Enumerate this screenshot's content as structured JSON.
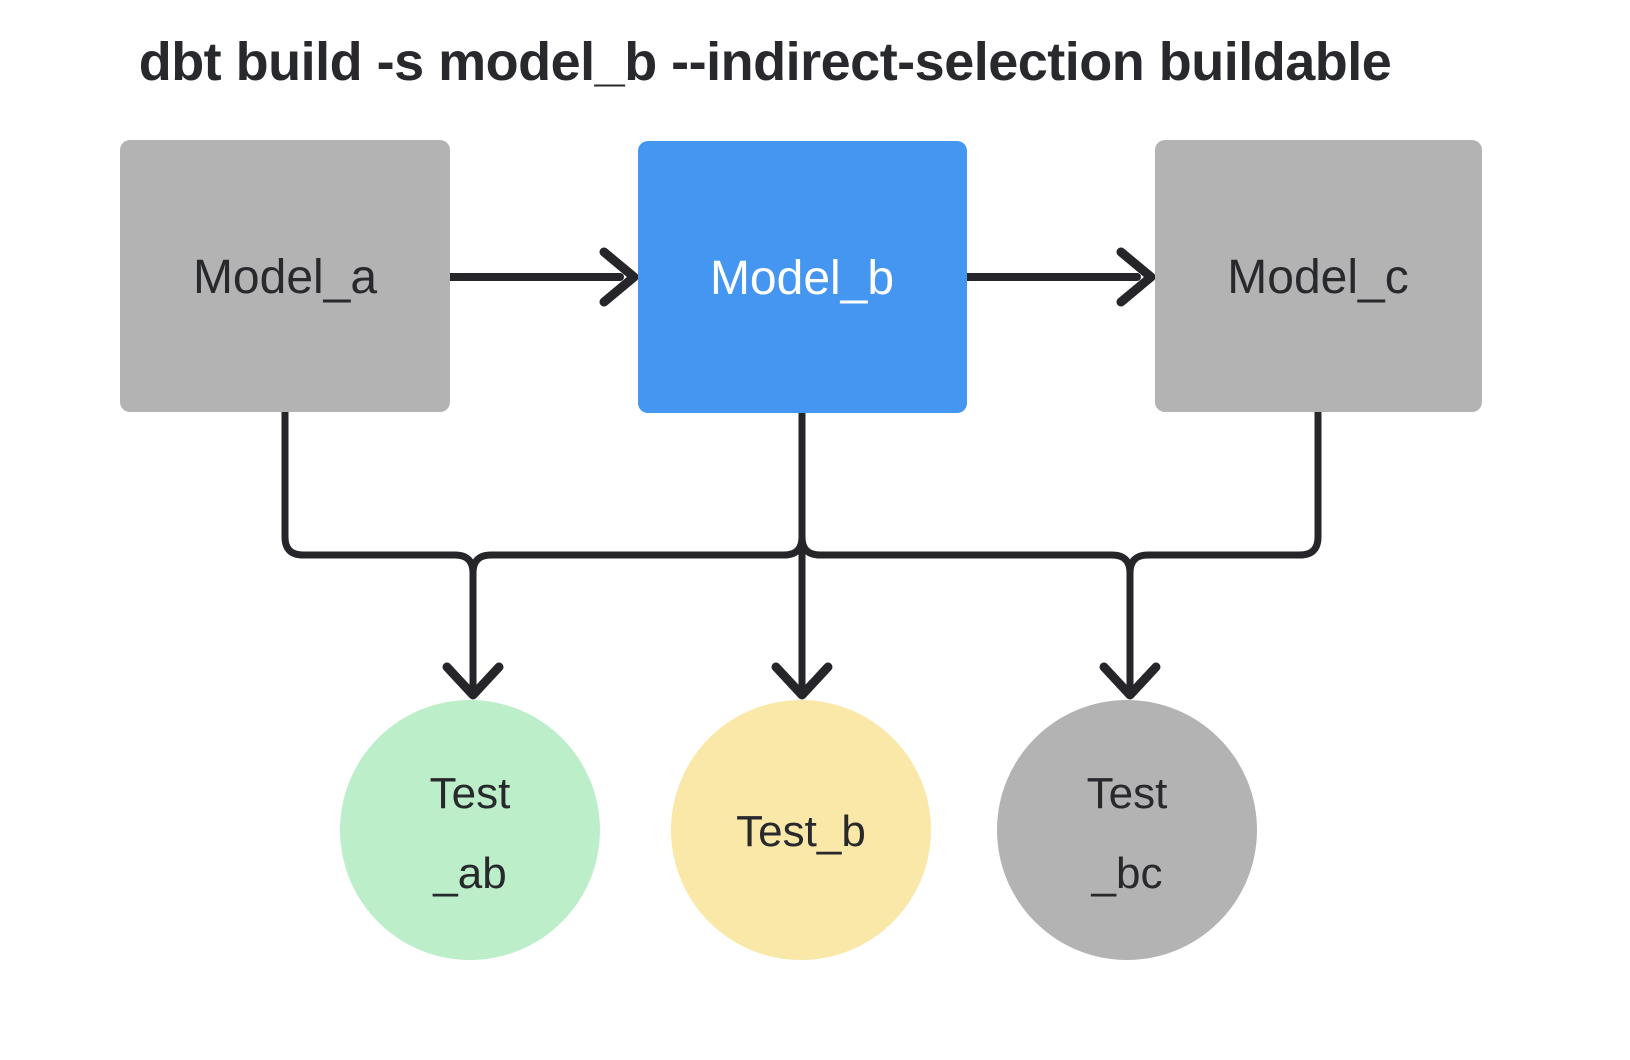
{
  "title": "dbt build -s model_b --indirect-selection buildable",
  "colors": {
    "node-selected": "#4496F0",
    "node-unselected": "#B3B3B3",
    "test-green": "#BCEEC9",
    "test-yellow": "#F9E8A8",
    "edge-line": "#26262A",
    "text-dark": "#28292D",
    "text-on-selected": "#FFFFFF",
    "background": "#FFFFFF"
  },
  "nodes": {
    "model_a": {
      "label": "Model_a",
      "type": "model",
      "state": "unselected"
    },
    "model_b": {
      "label": "Model_b",
      "type": "model",
      "state": "selected"
    },
    "model_c": {
      "label": "Model_c",
      "type": "model",
      "state": "unselected"
    },
    "test_ab": {
      "label_line1": "Test",
      "label_line2": "_ab",
      "type": "test",
      "state": "green"
    },
    "test_b": {
      "label": "Test_b",
      "type": "test",
      "state": "yellow"
    },
    "test_bc": {
      "label_line1": "Test",
      "label_line2": "_bc",
      "type": "test",
      "state": "gray"
    }
  },
  "edges": [
    {
      "from": "model_a",
      "to": "model_b",
      "arrow": "right"
    },
    {
      "from": "model_b",
      "to": "model_c",
      "arrow": "right"
    },
    {
      "from": "model_a",
      "to": "test_ab",
      "arrow": "down"
    },
    {
      "from": "model_b",
      "to": "test_ab",
      "arrow": "down"
    },
    {
      "from": "model_b",
      "to": "test_b",
      "arrow": "down"
    },
    {
      "from": "model_b",
      "to": "test_bc",
      "arrow": "down"
    },
    {
      "from": "model_c",
      "to": "test_bc",
      "arrow": "down"
    }
  ]
}
